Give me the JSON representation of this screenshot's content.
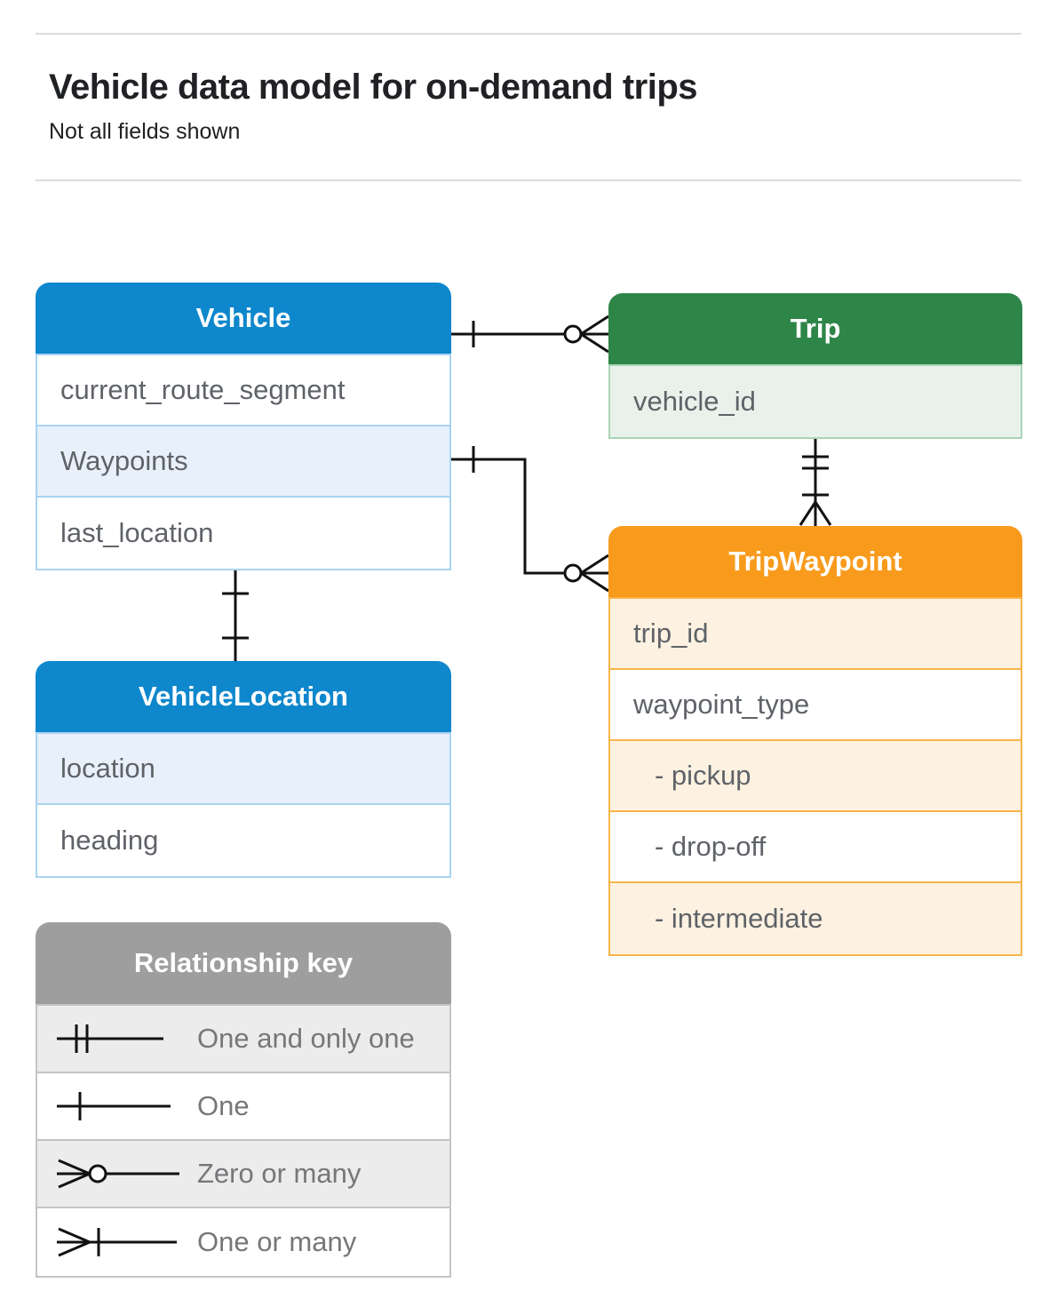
{
  "page": {
    "title": "Vehicle data model for on-demand trips",
    "subtitle": "Not all fields shown"
  },
  "entities": {
    "vehicle": {
      "title": "Vehicle",
      "fields": [
        {
          "label": "current_route_segment"
        },
        {
          "label": "Waypoints"
        },
        {
          "label": "last_location"
        }
      ]
    },
    "trip": {
      "title": "Trip",
      "fields": [
        {
          "label": "vehicle_id"
        }
      ]
    },
    "trip_waypoint": {
      "title": "TripWaypoint",
      "fields": [
        {
          "label": "trip_id"
        },
        {
          "label": "waypoint_type"
        },
        {
          "label": "- pickup"
        },
        {
          "label": "- drop-off"
        },
        {
          "label": "- intermediate"
        }
      ]
    },
    "vehicle_location": {
      "title": "VehicleLocation",
      "fields": [
        {
          "label": "location"
        },
        {
          "label": "heading"
        }
      ]
    }
  },
  "legend": {
    "title": "Relationship key",
    "items": [
      {
        "symbol": "one-and-only-one",
        "label": "One and only one"
      },
      {
        "symbol": "one",
        "label": "One"
      },
      {
        "symbol": "zero-or-many",
        "label": "Zero or many"
      },
      {
        "symbol": "one-or-many",
        "label": "One or many"
      }
    ]
  },
  "relationships": [
    {
      "from": "Vehicle",
      "to": "Trip",
      "from_cardinality": "one",
      "to_cardinality": "zero-or-many"
    },
    {
      "from": "Vehicle.Waypoints",
      "to": "TripWaypoint",
      "from_cardinality": "one",
      "to_cardinality": "zero-or-many"
    },
    {
      "from": "Trip",
      "to": "TripWaypoint",
      "from_cardinality": "one-and-only-one",
      "to_cardinality": "one-or-many"
    },
    {
      "from": "Vehicle",
      "to": "VehicleLocation",
      "from_cardinality": "one",
      "to_cardinality": "one"
    }
  ],
  "colors": {
    "vehicle_header": "#0e87cc",
    "vehicle_row_tint": "#e8f1fb",
    "vehicle_border": "#a9d3f0",
    "trip_header": "#2e8548",
    "trip_row_tint": "#e8f2eb",
    "trip_border": "#abd5b5",
    "trip_waypoint_header": "#f89b1c",
    "trip_waypoint_row_tint": "#fdf2e2",
    "trip_waypoint_border": "#f8b54a",
    "key_header": "#9e9e9e",
    "key_row_tint": "#ececec",
    "key_border": "#c4c4c4",
    "connector": "#111111",
    "field_text": "#5f6368"
  }
}
